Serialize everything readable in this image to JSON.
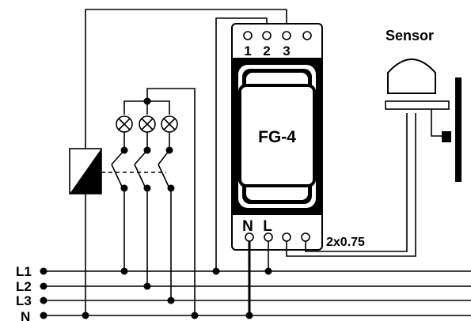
{
  "device": {
    "name": "FG-4",
    "top_terminals": [
      "1",
      "2",
      "3"
    ],
    "bottom_labels": [
      "N",
      "L"
    ]
  },
  "sensor": {
    "label": "Sensor"
  },
  "cable": {
    "label": "2x0.75"
  },
  "lines": {
    "labels": [
      "L1",
      "L2",
      "L3",
      "N"
    ]
  }
}
